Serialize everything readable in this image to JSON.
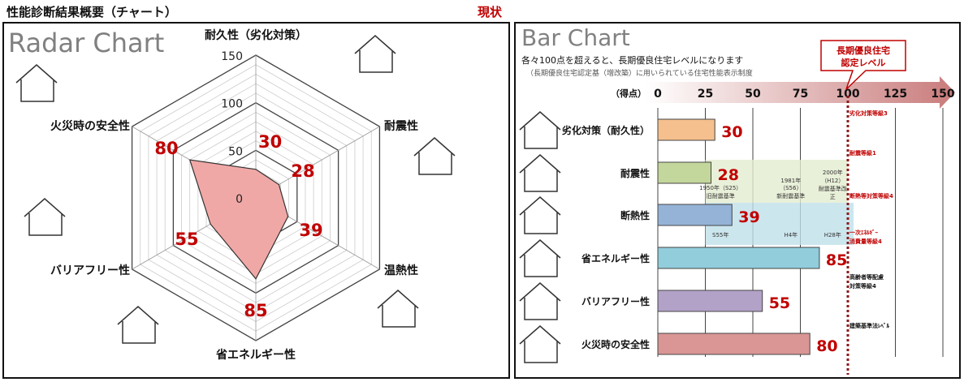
{
  "page_title": "性能診断結果概要（チャート）",
  "status_label": "現状",
  "colors": {
    "accent": "#c00000",
    "radar_fill": "#f0a8a6"
  },
  "chart_data": [
    {
      "type": "radar",
      "title": "Radar Chart",
      "axes": [
        "耐久性（劣化対策）",
        "耐震性",
        "温熱性",
        "省エネルギー性",
        "バリアフリー性",
        "火災時の安全性"
      ],
      "values": [
        30,
        28,
        39,
        85,
        55,
        80
      ],
      "value_labels": [
        "30",
        "28",
        "39",
        "85",
        "55",
        "80"
      ],
      "range": [
        0,
        150
      ],
      "tick_labels": [
        "0",
        "50",
        "100",
        "150"
      ],
      "ticks": [
        0,
        50,
        100,
        150
      ],
      "minor_step": 10
    },
    {
      "type": "bar",
      "title": "Bar Chart",
      "subtitle": "各々100点を超えると、長期優良住宅レベルになります",
      "note": "（長期優良住宅認定基（増改築）に用いられている住宅性能表示制度",
      "axis_unit": "（得点）",
      "xlim": [
        0,
        150
      ],
      "ticks": [
        0,
        25,
        50,
        75,
        100,
        125,
        150
      ],
      "tick_labels": [
        "0",
        "25",
        "50",
        "75",
        "100",
        "125",
        "150"
      ],
      "callout": "長期優良住宅 認定レベル",
      "callout_lines": [
        "長期優良住宅",
        "認定レベル"
      ],
      "threshold": 100,
      "categories": [
        "劣化対策（耐久性）",
        "耐震性",
        "断熱性",
        "省エネルギー性",
        "バリアフリー性",
        "火災時の安全性"
      ],
      "values": [
        30,
        28,
        39,
        85,
        55,
        80
      ],
      "value_labels": [
        "30",
        "28",
        "39",
        "85",
        "55",
        "80"
      ],
      "bar_colors": [
        "#f5c08e",
        "#c3d69b",
        "#95b3d7",
        "#92cddc",
        "#b2a2c7",
        "#d99694"
      ],
      "threshold_labels": [
        "劣化対策等級3",
        "耐震等級1",
        "断熱等対策等級4",
        "一次ｴﾈﾙｷﾞｰ",
        "消費量等級4",
        "高齢者等配慮",
        "対策等級4",
        "建築基準法ﾚﾍﾞﾙ"
      ],
      "seismic_notes": [
        "1950年（S25）",
        "旧耐震基準",
        "1981年",
        "（S56）",
        "新耐震基準",
        "2000年",
        "（H12）",
        "耐震基準改",
        "正"
      ],
      "insulation_notes": [
        "S55年",
        "H4年",
        "H28年"
      ]
    }
  ]
}
